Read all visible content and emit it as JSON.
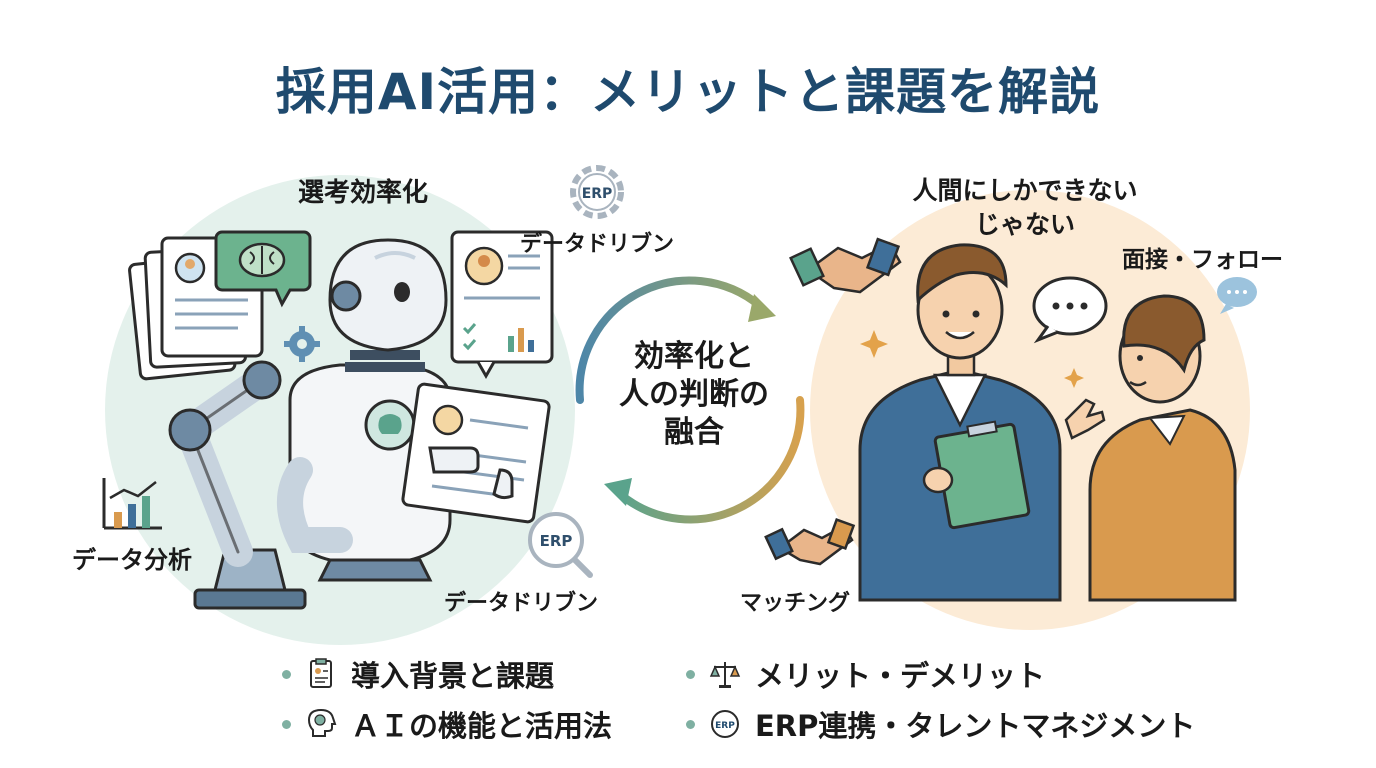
{
  "title": "採用AI活用：メリットと課題を解説",
  "left": {
    "label_top": "選考効率化",
    "label_data_analysis": "データ分析",
    "label_data_driven_top": "データドリブン",
    "label_data_driven_bottom": "データドリブン",
    "erp_gear": "ERP",
    "erp_magnifier": "ERP"
  },
  "center": {
    "line1": "効率化と",
    "line2": "人の判断の",
    "line3": "融合"
  },
  "right": {
    "label_top_line1": "人間にしかできない",
    "label_top_line2": "じゃない",
    "label_interview": "面接・フォロー",
    "label_matching": "マッチング"
  },
  "bullets": {
    "left": [
      {
        "icon": "document-icon",
        "text": "導入背景と課題"
      },
      {
        "icon": "brain-head-icon",
        "text": "ＡＩの機能と活用法"
      }
    ],
    "right": [
      {
        "icon": "scales-icon",
        "text": "メリット・デメリット"
      },
      {
        "icon": "erp-circle-icon",
        "text": "ERP連携・タレントマネジメント"
      }
    ]
  },
  "colors": {
    "title": "#1f4a6e",
    "left_circle": "#e4f1ec",
    "right_circle": "#fcebd6",
    "teal": "#5aa38c",
    "blue": "#3f6f99",
    "orange": "#d99a4e"
  }
}
